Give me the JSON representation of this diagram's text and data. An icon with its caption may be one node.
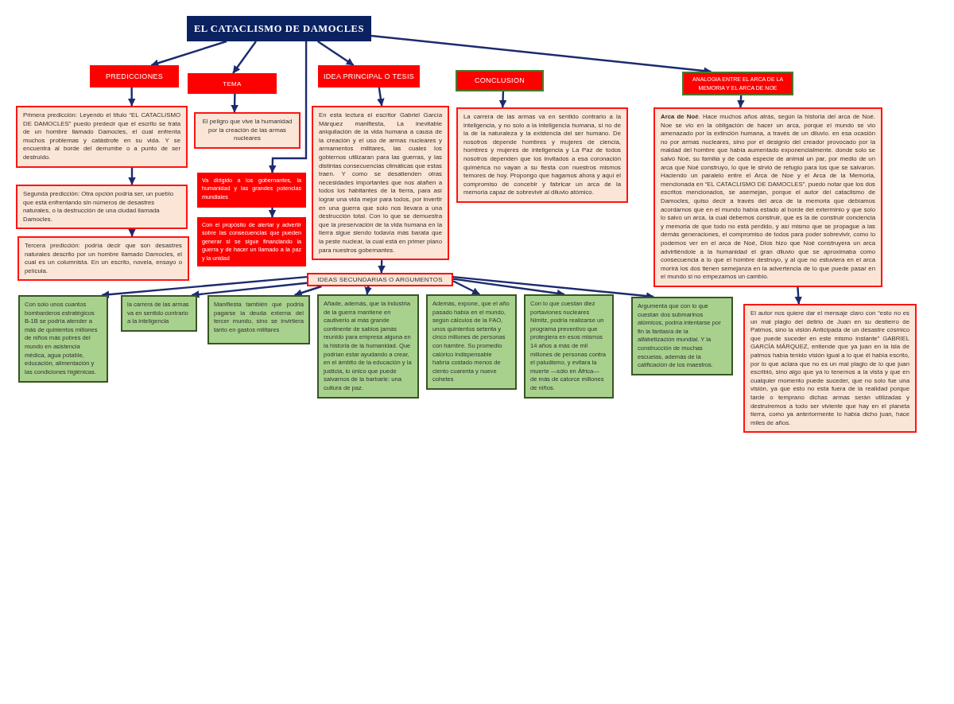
{
  "diagram": {
    "nodes": [
      {
        "text": [
          "EL CATACLISMO DE DAMOCLES"
        ]
      },
      {
        "text": [
          "PREDICCIONES"
        ]
      },
      {
        "text": [
          "TEMA"
        ]
      },
      {
        "text": [
          "IDEA PRINCIPAL O TESIS"
        ]
      },
      {
        "text": [
          "CONCLUSION"
        ]
      },
      {
        "text": [
          "ANALOGIA ENTRE EL ARCA DE LA MEMORIA Y EL ARCA DE NOE"
        ]
      },
      {
        "text": [
          "Primera predicción: Leyendo el título “EL CATACLISMO DE DAMOCLES” puedo predecir que el escrito se trata de un hombre llamado Damocles, el cual enfrenta muchos problemas y catástrofe en su vida. Y se encuentra al borde del derrumbe o a punto de ser destruido."
        ]
      },
      {
        "text": [
          "Segunda predicción: Otra opción podría ser, un pueblo que está enfrentando sin números de desastres naturales, o la destrucción de una ciudad llamada Damocles."
        ]
      },
      {
        "text": [
          "Tercera predicción: podría decir que son desastres naturales descrito por un hombre llamado Damocles, el cual es un columnista. En un escrito, novela, ensayo o película."
        ]
      },
      {
        "text": [
          "El peligro que vive la humanidad por la creación de las armas nucleares"
        ]
      },
      {
        "text": [
          "Va dirigido a los gobernantes, la humanidad y las grandes potencias mundiales"
        ]
      },
      {
        "text": [
          "Con el propósito de alertar y advertir sobre las consecuencias que pueden generar si se sigue financiando la guerra y de hacer un llamado a la paz y la unidad"
        ]
      },
      {
        "text": [
          "En esta lectura el escritor Gabriel García Márquez manifiesta, La inevitable aniquilación de la vida humana a causa de la creación y el uso de armas nucleares y armamentos militares, las cuales los gobiernos utilizaran para las guerras, y las distintas consecuencias climáticas que estas traen. Y como se desatienden otras necesidades importantes que nos atañen a todos los habitantes de la tierra, para así lograr una vida mejor para todos, por invertir en una guerra que solo nos llevara a una destrucción total. Con lo que se demuestra que la preservación de la vida humana en la tierra sigue siendo todavía más barata que la peste nuclear, la cual está en primer plano para nuestros gobernantes."
        ]
      },
      {
        "text": [
          "IDEAS SECUNDARIAS O ARGUMENTOS"
        ]
      },
      {
        "text": [
          "Con solo unos cuantos bombarderos estratégicos B-1B se podría atender a más de quinientos millones de niños más pobres del mundo en asistencia médica, agua potable, educación, alimentación y las condiciones higiénicas."
        ]
      },
      {
        "text": [
          "la carrera de las armas va en sentido contrario a la inteligencia"
        ]
      },
      {
        "text": [
          "Manifiesta también que podría pagarse la deuda externa del tercer mundo, sino se invirtiera tanto en gastos militares"
        ]
      },
      {
        "text": [
          "Añade, además, que la industria de la guerra mantiene en cautiverio al más grande continente de sabios jamás reunido para empresa alguna en la historia de la humanidad. Que podrían estar ayudando a crear, en el ámbito de la educación y la justicia, lo único que puede salvarnos de la barbarie: una cultura de paz."
        ]
      },
      {
        "text": [
          "Además, expone, que el año pasado había en el mundo, según cálculos de la FAO, unos quinientos setenta y cinco millones de personas con hambre. Su promedio calórico indispensable habría costado menos de ciento cuarenta y nueve cohetes"
        ]
      },
      {
        "text": [
          "Con lo que cuestan diez portaviones nucleares Nimitz, podría realizarse un programa preventivo que protegiera en esos mismos 14 años a más de mil millones de personas contra el paludismo, y evitara la muerte —sólo en África— de más de catorce millones de niños."
        ]
      },
      {
        "text": [
          "Argumenta que con lo que cuestan dos submarinos atómicos, podría intentarse por fin la fantasía de la alfabetización mundial. Y la construcción de muchas escuelas, además de la calificación de los maestros."
        ]
      },
      {
        "text": [
          "La carrera de las armas va en sentido contrario a la inteligencia, y no solo a la inteligencia humana, si no de la de la naturaleza y la existencia del ser humano. De nosotros depende hombres y mujeres de ciencia, hombres y mujeres de inteligencia y La Paz de todos nosotros dependen que los invitados a esa coronación quimérica no vayan a su fiesta con nuestros mismos temores de hoy. Propongo que hagamos ahora y aquí el compromiso de concebir y fabricar un arca de la memoria capaz de sobrevivir al diluvio atómico."
        ]
      },
      {
        "text": [
          "**Arca de Noé**. Hace muchos años atrás, según la historia del arca de Noé. Noe se vio en la obligación de hacer un arca, porque el mundo se vio amenazado por la extinción humana, a través de un diluvio. en esa ocasión no por armas nucleares, sino por el designio del creador provocado por la maldad del hombre que había aumentado exponencialmente. donde solo se salvó Noé, su familia y de cada especie de animal un par, por medio de un arca que Noé construyo, lo que le sirvió de refugio para los que se salvaron. Haciendo un paralelo entre el Arca de Noe y el Arca de la Memoria, mencionada en “EL CATACLISMO DE DAMOCLES”. puedo notar que los dos escritos mencionados, se asemejan, porque el autor del cataclismo de Damocles, quiso decir a través del arca de la memoria que debíamos acordarnos que en el mundo había estado al borde del exterminio y que solo lo salvo un arca, la cual debemos construir, que es la de construir conciencia y memoria de que todo no está perdido, y así mismo que se propague a las demás generaciones, el compromiso de todos para poder sobrevivir, como lo podemos ver en el arca de Noé, Dios hizo que Noé construyera un arca advirtiéndole a la humanidad el gran diluvio que se aproximaba como consecuencia a lo que el hombre destruyo, y al que no estuviera en el arca morirá los dos tienen semejanza en la advertencia de lo que puede pasar en el mundo si no empezamos un cambio."
        ]
      },
      {
        "text": [
          "El autor nos quiere dar el mensaje claro con “esto no es un mal plagio del delirio de Juan en su destierro de Patmos, sino la visión Anticipada de un desastre cósmico que puede suceder en este mismo instante” GABRIEL GARCÍA MÁRQUEZ, entiende que ya juan en la isla de patmos había tenido visión igual a lo que él había escrito, por lo que aclara que no es un mal plagio de lo que juan escribió, sino algo que ya lo tenemos a la vista y que en cualquier momento puede suceder, que no solo fue una visión, ya que esto no esta fuera de la realidad porque tarde o temprano dichas armas serán utilizadas y destruiremos a todo ser viviente que hay en el planeta tierra, como ya anteriormente lo había dicho juan, hace miles de años."
        ]
      }
    ],
    "edges": [
      {
        "from": 0,
        "to": 1,
        "arrow": "to"
      },
      {
        "from": 0,
        "to": 2,
        "arrow": "to"
      },
      {
        "from": 0,
        "to": 3,
        "arrow": "to"
      },
      {
        "from": 0,
        "to": 5,
        "arrow": "to"
      },
      {
        "from": 0,
        "to": 10,
        "arrow": "to"
      },
      {
        "from": 1,
        "to": 6,
        "arrow": "to"
      },
      {
        "from": 6,
        "to": 7,
        "arrow": "to"
      },
      {
        "from": 7,
        "to": 8,
        "arrow": "to"
      },
      {
        "from": 2,
        "to": 9,
        "arrow": "to"
      },
      {
        "from": 10,
        "to": 11,
        "arrow": "to"
      },
      {
        "from": 3,
        "to": 12,
        "arrow": "to"
      },
      {
        "from": 12,
        "to": 13,
        "arrow": "to"
      },
      {
        "from": 13,
        "to": 14,
        "arrow": "to"
      },
      {
        "from": 13,
        "to": 15,
        "arrow": "to"
      },
      {
        "from": 13,
        "to": 16,
        "arrow": "to"
      },
      {
        "from": 13,
        "to": 17,
        "arrow": "to"
      },
      {
        "from": 13,
        "to": 18,
        "arrow": "to"
      },
      {
        "from": 13,
        "to": 19,
        "arrow": "to"
      },
      {
        "from": 13,
        "to": 20,
        "arrow": "to"
      },
      {
        "from": 4,
        "to": 21,
        "arrow": "to"
      },
      {
        "from": 5,
        "to": 22,
        "arrow": "to"
      },
      {
        "from": 22,
        "to": 23,
        "arrow": "to"
      }
    ]
  }
}
